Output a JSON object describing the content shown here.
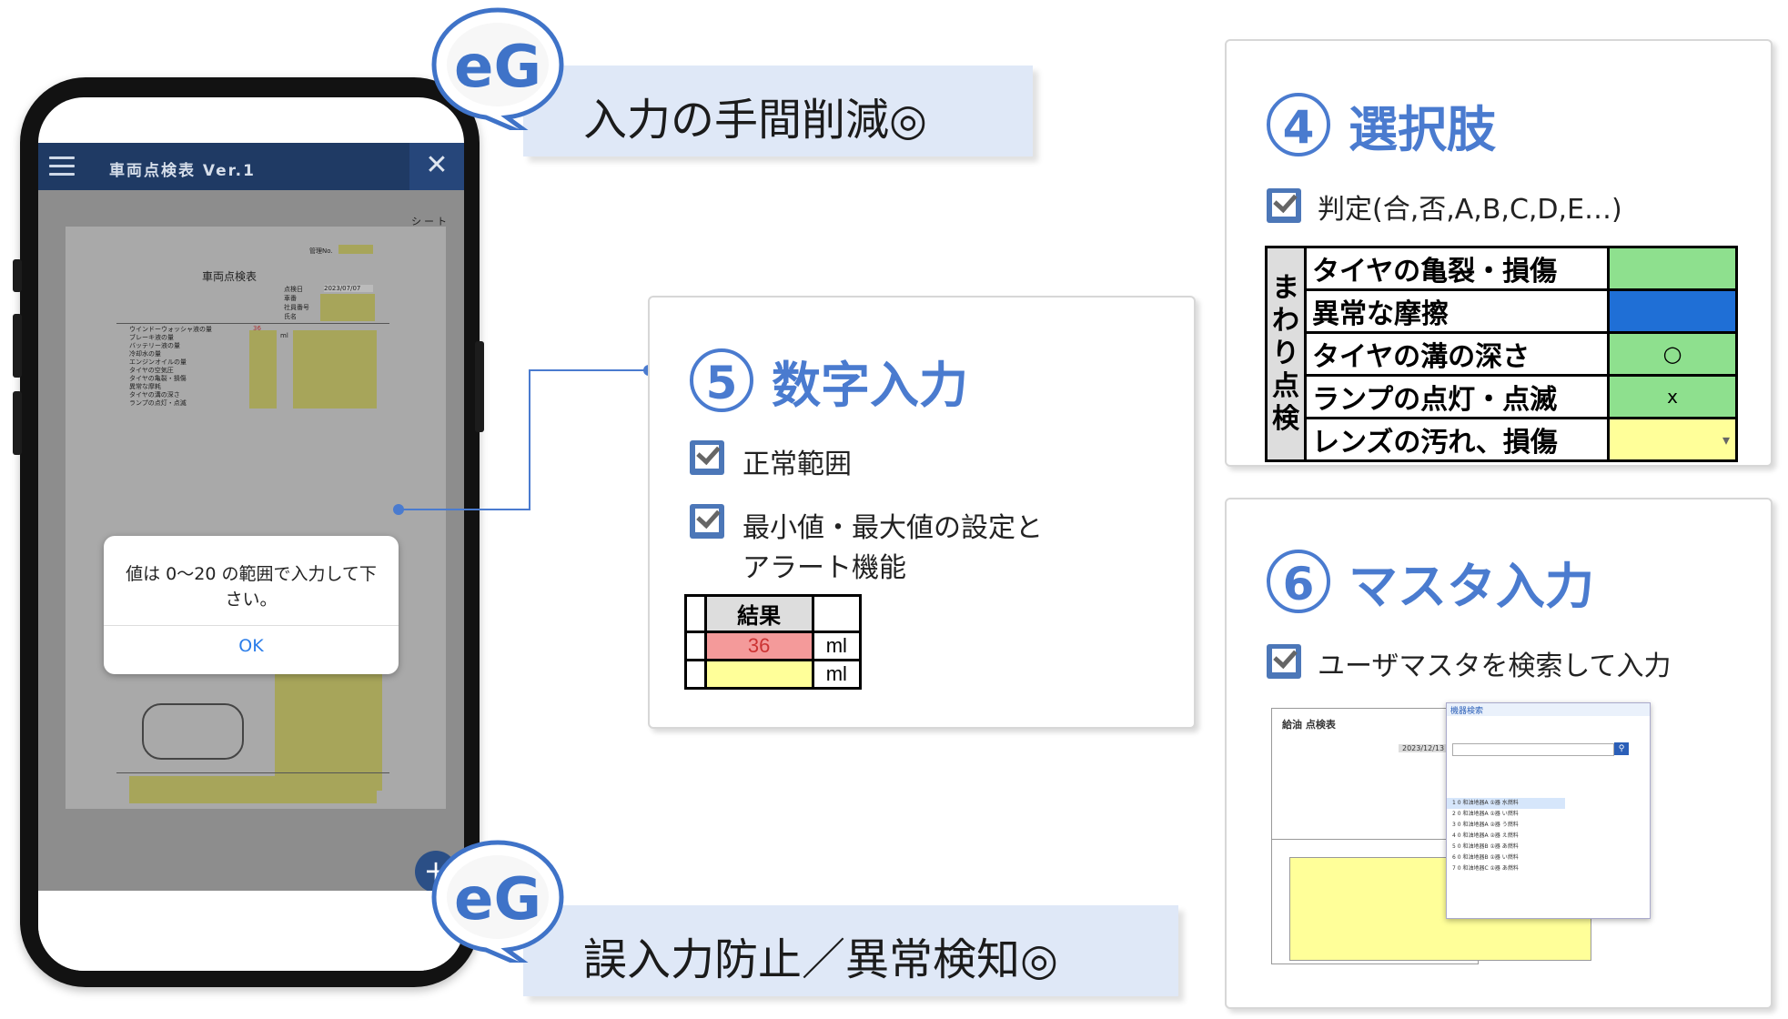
{
  "phone": {
    "app_title": "車両点検表 Ver.1",
    "close_glyph": "✕",
    "sheet_label": "シート",
    "doc_title": "車両点検表",
    "doc_row_labels": [
      "管理No.",
      "点検日",
      "車番",
      "社員番号",
      "氏名"
    ],
    "doc_date": "2023/07/07",
    "doc_items": [
      "ウインドーウォッシャ液の量",
      "ブレーキ液の量",
      "バッテリー液の量",
      "冷却水の量",
      "エンジンオイルの量",
      "タイヤの空気圧",
      "タイヤの亀裂・損傷",
      "異常な摩耗",
      "タイヤの溝の深さ",
      "ランプの点灯・点滅"
    ],
    "doc_first_value": "36",
    "doc_unit": "ml",
    "dialog_message": "値は 0～20 の範囲で入力して下さい。",
    "dialog_ok": "OK",
    "fab_label": "+"
  },
  "logo_text": "eG",
  "banner_top": "入力の手間削減◎",
  "banner_bottom": "誤入力防止／異常検知◎",
  "card5": {
    "number": "⑤",
    "number_text": "5",
    "title": "数字入力",
    "checks": [
      "正常範囲",
      "最小値・最大値の設定と",
      "アラート機能"
    ],
    "table_header": "結果",
    "rows": [
      {
        "value": "36",
        "unit": "ml"
      },
      {
        "value": "",
        "unit": "ml"
      }
    ]
  },
  "card4": {
    "number_text": "4",
    "title": "選択肢",
    "check": "判定(合,否,A,B,C,D,E…)",
    "side_label": "まわり点検",
    "items": [
      "タイヤの亀裂・損傷",
      "異常な摩擦",
      "タイヤの溝の深さ",
      "ランプの点灯・点滅",
      "レンズの汚れ、損傷"
    ],
    "marks": [
      "",
      "",
      "○",
      "x",
      "▾"
    ],
    "colors": [
      "#8ee08e",
      "#1f6fd6",
      "#8ee08e",
      "#8ee08e",
      "#ffff99"
    ]
  },
  "card6": {
    "number_text": "6",
    "title": "マスタ入力",
    "check": "ユーザマスタを検索して入力",
    "form_title": "給油 点検表",
    "search_title": "機器検索",
    "form_date": "2023/12/13",
    "list_rows": [
      "1  0  和油地器A  ①器  水燃料",
      "2  0  和油地器A  ①器  い燃料",
      "3  0  和油地器A  ②器  う燃料",
      "4  0  和油地器A  ②器  え燃料",
      "5  0  和油地器B  ①器  あ燃料",
      "6  0  和油地器B  ①器  い燃料",
      "7  0  和油地器C  ①器  あ燃料"
    ]
  },
  "accent_color": "#4a7bcf"
}
